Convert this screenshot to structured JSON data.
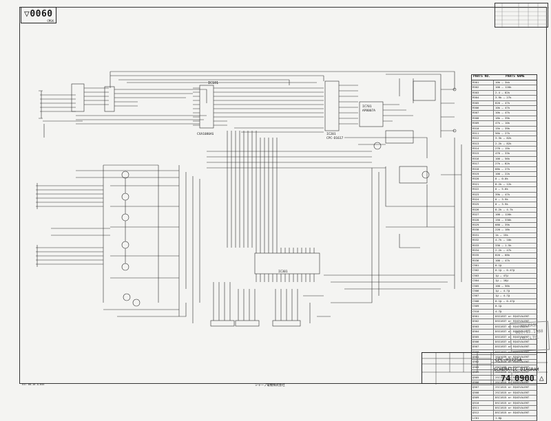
{
  "drawing_code": "▽0060",
  "drawing_code_sub": "CMSK",
  "ic_labels": {
    "ic1": "IC101",
    "ic1_part": "CXA1080AS",
    "ic2": "IC201",
    "ic2_part": "CPC-D1617",
    "ic3": "IC301",
    "ic4": "IC701",
    "ic4_part": "AP8007A"
  },
  "parts_header": {
    "col1": "PARTS NO.",
    "col2": "PARTS NAME"
  },
  "parts_list": [
    {
      "ref": "R501",
      "val": "10k — 3kk"
    },
    {
      "ref": "R502",
      "val": "100 — 120k"
    },
    {
      "ref": "R503",
      "val": "2.4 — 82k"
    },
    {
      "ref": "R504",
      "val": "3.9k — 27k"
    },
    {
      "ref": "R505",
      "val": "820 — 47k"
    },
    {
      "ref": "R506",
      "val": "10k — 47k"
    },
    {
      "ref": "R507",
      "val": "10k — 47k"
    },
    {
      "ref": "R508",
      "val": "18k — 39k"
    },
    {
      "ref": "R509",
      "val": "47k — 10k"
    },
    {
      "ref": "R510",
      "val": "15k — 39k"
    },
    {
      "ref": "R511",
      "val": "56k — 27k"
    },
    {
      "ref": "R512",
      "val": "3.3k — 82k"
    },
    {
      "ref": "R513",
      "val": "2.2k — 82k"
    },
    {
      "ref": "R514",
      "val": "270 — 15k"
    },
    {
      "ref": "R515",
      "val": "470 — 33k"
    },
    {
      "ref": "R516",
      "val": "100 — 56k"
    },
    {
      "ref": "R517",
      "val": "27k — 82k"
    },
    {
      "ref": "R518",
      "val": "68k — 27k"
    },
    {
      "ref": "R519",
      "val": "100 — 22k"
    },
    {
      "ref": "R520",
      "val": "0 — 0.0k"
    },
    {
      "ref": "R521",
      "val": "8.2k — 12k"
    },
    {
      "ref": "R522",
      "val": "0 — 5.6k"
    },
    {
      "ref": "R523",
      "val": "39k — 47k"
    },
    {
      "ref": "R524",
      "val": "0 — 3.9k"
    },
    {
      "ref": "R525",
      "val": "0 — 3.9k"
    },
    {
      "ref": "R526",
      "val": "8.2k — 4.7k"
    },
    {
      "ref": "R527",
      "val": "100 — 120k"
    },
    {
      "ref": "R528",
      "val": "150 — 330k"
    },
    {
      "ref": "R529",
      "val": "680 — 39k"
    },
    {
      "ref": "R530",
      "val": "220 — 18k"
    },
    {
      "ref": "R531",
      "val": "1k — 15k"
    },
    {
      "ref": "R532",
      "val": "4.7k — 10k"
    },
    {
      "ref": "R533",
      "val": "330 — 1.5k"
    },
    {
      "ref": "R534",
      "val": "2.2k — 47k"
    },
    {
      "ref": "R535",
      "val": "820 — 68k"
    },
    {
      "ref": "R536",
      "val": "100 — 47k"
    },
    {
      "ref": "C501",
      "val": "0.1μ"
    },
    {
      "ref": "C502",
      "val": "0.1μ — 0.47μ"
    },
    {
      "ref": "C503",
      "val": "1μ — 47μ"
    },
    {
      "ref": "C504",
      "val": "1μ — 10μ"
    },
    {
      "ref": "C505",
      "val": "100 — 56k"
    },
    {
      "ref": "C506",
      "val": "1μ — 4.7μ"
    },
    {
      "ref": "C507",
      "val": "1μ — 4.7μ"
    },
    {
      "ref": "C508",
      "val": "0.1μ — 0.47μ"
    },
    {
      "ref": "C509",
      "val": "0.1μ"
    },
    {
      "ref": "C510",
      "val": "4.7μ"
    },
    {
      "ref": "D501",
      "val": "DSS1837 or EQUIVALENT"
    },
    {
      "ref": "D502",
      "val": "DSS1837 or EQUIVALENT"
    },
    {
      "ref": "D503",
      "val": "DSS1837 or EQUIVALENT"
    },
    {
      "ref": "D504",
      "val": "DSS1837 or EQUIVALENT"
    },
    {
      "ref": "D505",
      "val": "DSS1837 or EQUIVALENT"
    },
    {
      "ref": "D506",
      "val": "DSS1837 or EQUIVALENT"
    },
    {
      "ref": "D507",
      "val": "DSS1837 or EQUIVALENT"
    },
    {
      "ref": "D508",
      "val": "DSS1837 or EQUIVALENT"
    },
    {
      "ref": "Q501",
      "val": "2SA1039 or EQUIVALENT"
    },
    {
      "ref": "Q502",
      "val": "2SA1039 or EQUIVALENT"
    },
    {
      "ref": "Q503",
      "val": "2SC2458 or EQUIVALENT"
    },
    {
      "ref": "Q504",
      "val": "2SA1015 or EQUIVALENT"
    },
    {
      "ref": "Q505",
      "val": "2SC1815 or EQUIVALENT"
    },
    {
      "ref": "Q506",
      "val": "2SC1815 or EQUIVALENT"
    },
    {
      "ref": "Q507",
      "val": "2SC1815 or EQUIVALENT"
    },
    {
      "ref": "Q508",
      "val": "2SC1815 or EQUIVALENT"
    },
    {
      "ref": "Q509",
      "val": "DSC1815 or EQUIVALENT"
    },
    {
      "ref": "Q510",
      "val": "DSC1815 or EQUIVALENT"
    },
    {
      "ref": "Q511",
      "val": "DSC1815 or EQUIVALENT"
    },
    {
      "ref": "Q512",
      "val": "DSC1815 or EQUIVALENT"
    },
    {
      "ref": "LC01",
      "val": "1.0μ"
    }
  ],
  "title_block": {
    "model": "CPC-H1225A",
    "subtitle": "SCHEMATIC DIAGRAM",
    "page": "74",
    "drawing_no": "0900",
    "rev_mark": "△"
  },
  "stamp": {
    "line1": "RELEASE",
    "line2": "DEC.13.1988",
    "line3": "CO.,LTD."
  },
  "footer_left": "E47 00-16 A-645",
  "footer_center": "シャープ電機株式会社"
}
